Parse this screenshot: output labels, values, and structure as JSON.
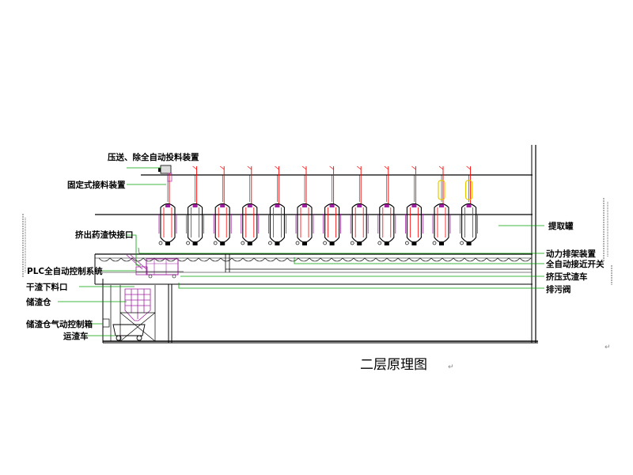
{
  "caption": "二层原理图",
  "caption_mark": "↵",
  "labels_left": [
    "压送、除全自动投料装置",
    "固定式接料装置",
    "挤出药渣快接口",
    "PLC全自动控制系统",
    "干渣下料口",
    "储渣仓",
    "储渣仓气动控制箱",
    "运渣车"
  ],
  "labels_right": [
    "提取罐",
    "动力排架装置",
    "全自动接近开关",
    "挤压式渣车",
    "排污阀"
  ],
  "tank_count": 12,
  "colors": {
    "line": "#000000",
    "leader": "#00a000",
    "feed": "#ff0000",
    "purple": "#a020a0",
    "yellow": "#e6c800"
  }
}
